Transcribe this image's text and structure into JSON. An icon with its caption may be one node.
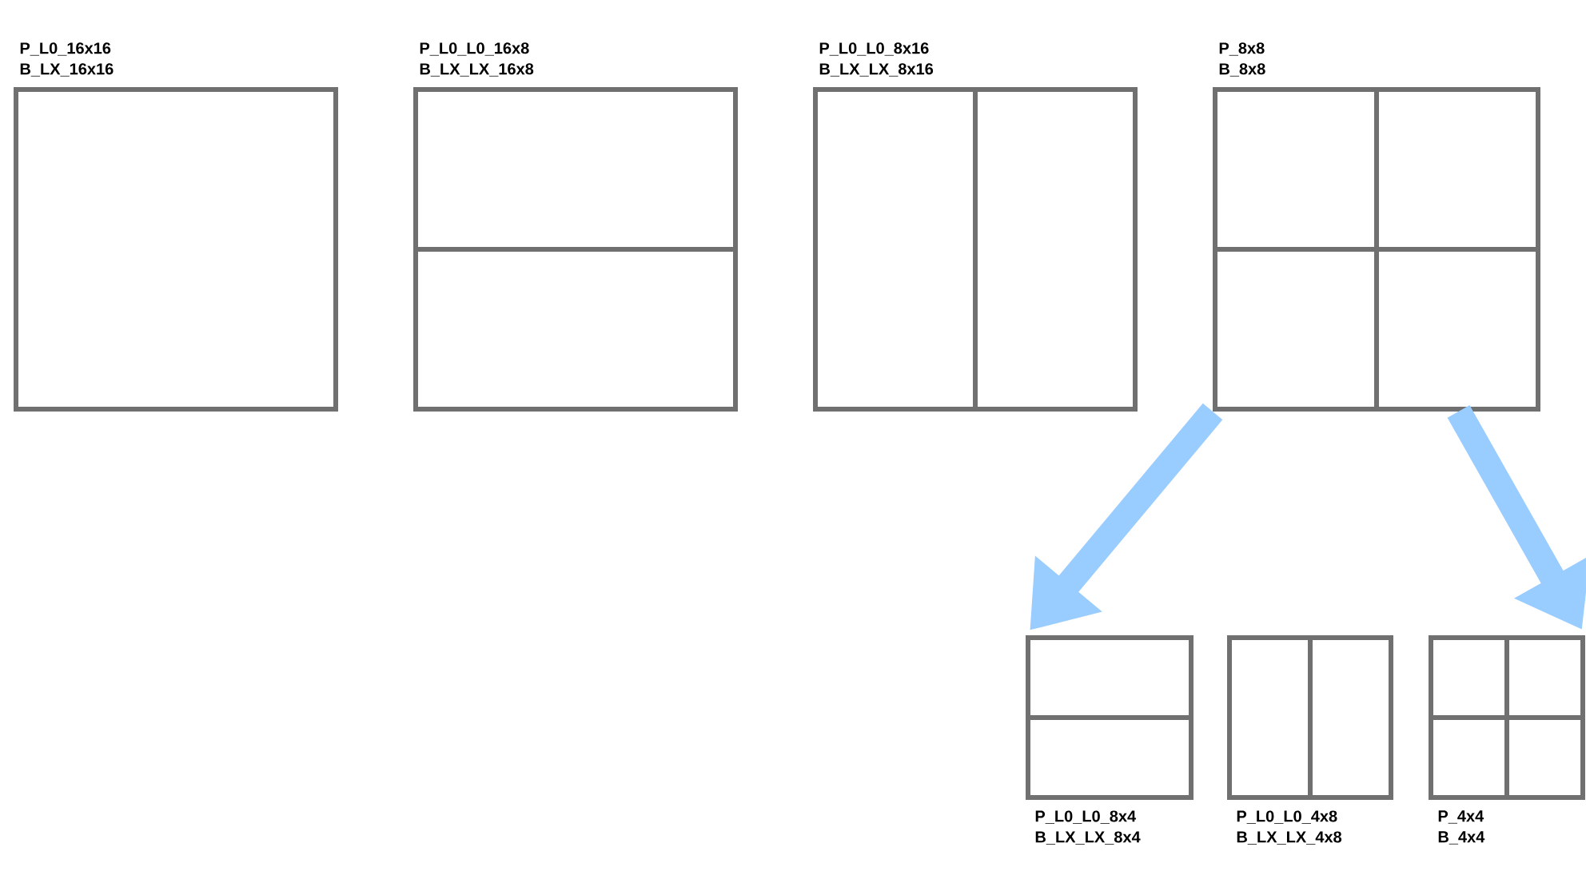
{
  "diagram": {
    "nodes": [
      {
        "text": [
          "P_L0_16x16",
          "B_LX_16x16"
        ]
      },
      {
        "text": [
          "P_L0_L0_16x8",
          "B_LX_LX_16x8"
        ]
      },
      {
        "text": [
          "P_L0_L0_8x16",
          "B_LX_LX_8x16"
        ]
      },
      {
        "text": [
          "P_8x8",
          "B_8x8"
        ]
      },
      {
        "text": [
          "P_L0_L0_8x4",
          "B_LX_LX_8x4"
        ]
      },
      {
        "text": [
          "P_L0_L0_4x8",
          "B_LX_LX_4x8"
        ]
      },
      {
        "text": [
          "P_4x4",
          "B_4x4"
        ]
      }
    ],
    "edges": [
      {
        "from": 3,
        "to": 4,
        "arrow": "to",
        "color": "#99ccff"
      },
      {
        "from": 3,
        "to": 6,
        "arrow": "to",
        "color": "#99ccff"
      }
    ]
  }
}
